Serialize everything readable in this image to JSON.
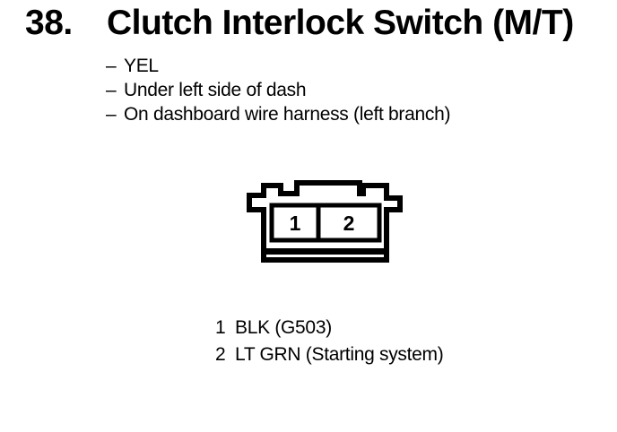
{
  "page": {
    "background": "#ffffff",
    "ink": "#000000"
  },
  "header": {
    "item_number": "38.",
    "title": "Clutch Interlock Switch (M/T)"
  },
  "details": {
    "items": [
      {
        "bullet": "–",
        "text": "YEL"
      },
      {
        "bullet": "–",
        "text": "Under left side of dash"
      },
      {
        "bullet": "–",
        "text": "On dashboard wire harness (left branch)"
      }
    ]
  },
  "connector": {
    "kind": "2-cavity-connector-front-view",
    "cavities": [
      {
        "number": "1"
      },
      {
        "number": "2"
      }
    ]
  },
  "legend": {
    "pins": [
      {
        "number": "1",
        "description": "BLK (G503)"
      },
      {
        "number": "2",
        "description": "LT GRN (Starting system)"
      }
    ]
  }
}
